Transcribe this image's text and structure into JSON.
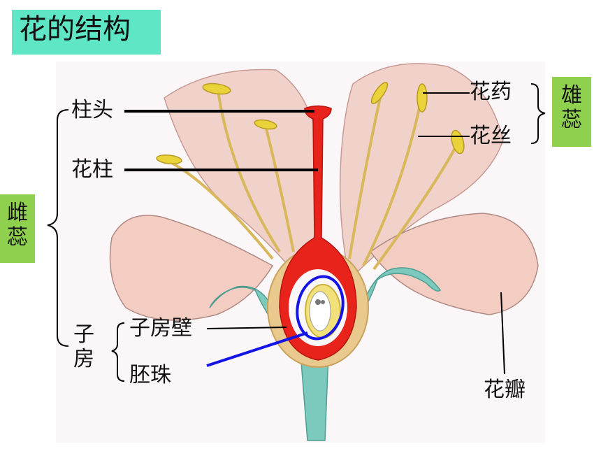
{
  "title": "花的结构",
  "groups": {
    "pistil": "雌蕊",
    "stamen": "雄蕊",
    "ovary": "子房"
  },
  "labels": {
    "stigma": "柱头",
    "style": "花柱",
    "ovary_wall": "子房壁",
    "ovule": "胚珠",
    "anther": "花药",
    "filament": "花丝",
    "petal": "花瓣"
  },
  "colors": {
    "title_bg": "#5fe6c4",
    "group_bg": "#8fd14f",
    "pistil_red": "#e8231c",
    "petal_pink": "#f2c9c0",
    "receptacle_teal": "#6fc6b9",
    "ovule_ring_blue": "#1414e6",
    "anther_yellow": "#e9d23a"
  }
}
